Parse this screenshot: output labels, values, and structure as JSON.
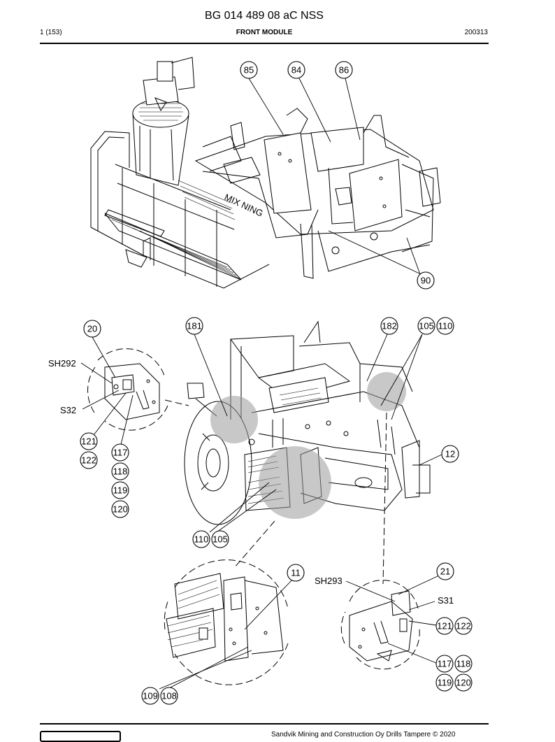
{
  "header": {
    "doc_title": "BG 014 489 08 aC NSS",
    "page": "1 (153)",
    "section": "FRONT MODULE",
    "date": "200313"
  },
  "callouts": {
    "c85": "85",
    "c84": "84",
    "c86": "86",
    "c90": "90",
    "c20": "20",
    "c181": "181",
    "c182": "182",
    "c105a": "105",
    "c110a": "110",
    "c121a": "121",
    "c122a": "122",
    "c117a": "117",
    "c118a": "118",
    "c119a": "119",
    "c120a": "120",
    "c12": "12",
    "c110b": "110",
    "c105b": "105",
    "c11": "11",
    "c21": "21",
    "c109": "109",
    "c108": "108",
    "c121b": "121",
    "c122b": "122",
    "c117b": "117",
    "c118b": "118",
    "c119b": "119",
    "c120b": "120"
  },
  "labels": {
    "sh292": "SH292",
    "s32": "S32",
    "sh293": "SH293",
    "s31": "S31",
    "machine_text": "MIX NING"
  },
  "footer": {
    "copyright": "Sandvik Mining and Construction Oy Drills Tampere © 2020"
  }
}
